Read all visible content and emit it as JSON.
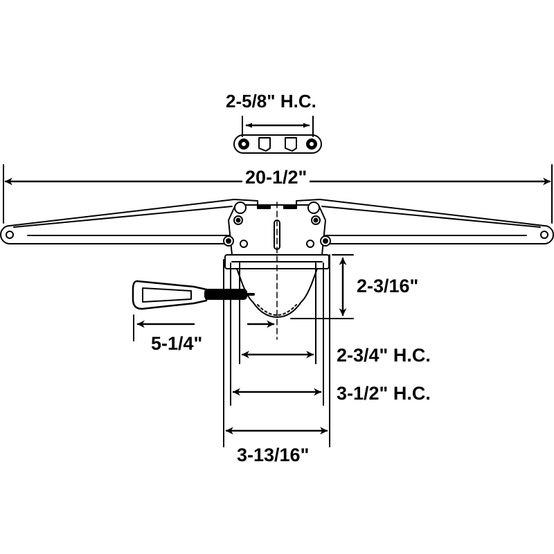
{
  "dimensions": {
    "link_hole_centers": "2-5/8\" H.C.",
    "overall_length": "20-1/2\"",
    "operator_height": "2-3/16\"",
    "handle_reach": "5-1/4\"",
    "mount_hole_centers_inner": "2-3/4\" H.C.",
    "mount_hole_centers_outer": "3-1/2\" H.C.",
    "base_width": "3-13/16\""
  },
  "colors": {
    "line": "#000000",
    "fill": "#ffffff"
  }
}
